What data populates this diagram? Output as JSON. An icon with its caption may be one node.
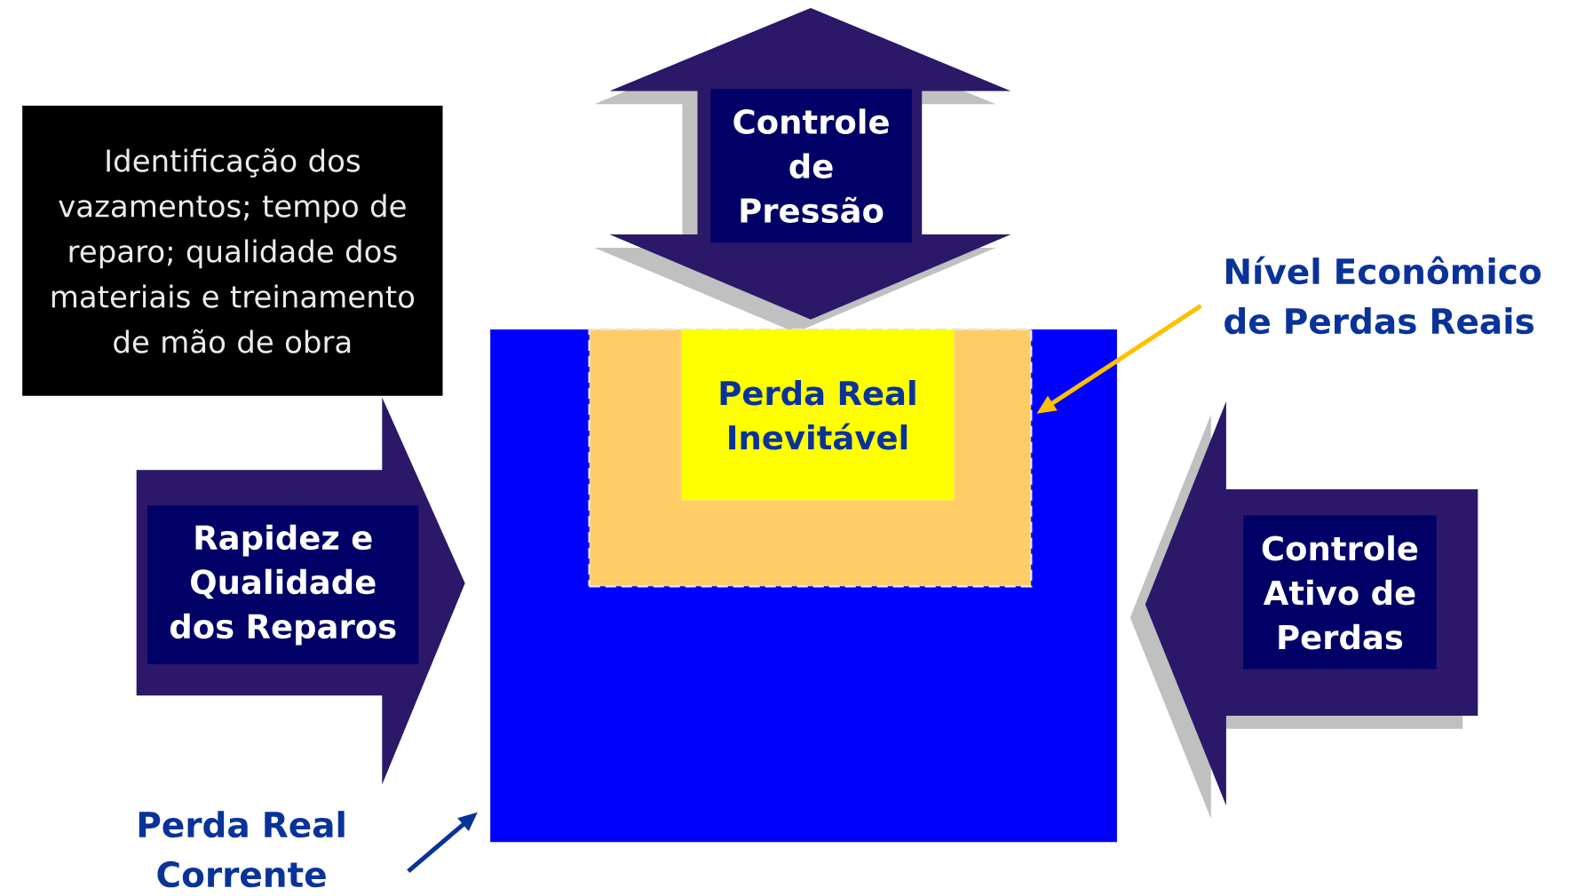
{
  "diagram": {
    "nodes": [
      {
        "text": [
          "Identificação dos vazamentos; tempo de reparo; qualidade dos materiais e treinamento de mão de obra"
        ]
      },
      {
        "text": [
          "Controle de Pressão"
        ]
      },
      {
        "text": [
          "Nível Econômico de Perdas Reais"
        ]
      },
      {
        "text": [],
        "shape": "box"
      },
      {
        "text": [],
        "shape": "box",
        "in": 3
      },
      {
        "text": [
          "Perda Real Inevitável"
        ],
        "in": 4
      },
      {
        "text": [
          "Rapidez e Qualidade dos Reparos"
        ]
      },
      {
        "text": [
          "Controle Ativo de Perdas"
        ]
      },
      {
        "text": [
          "Perda Real Corrente"
        ]
      }
    ],
    "edges": [
      {
        "from": 2,
        "to": 4,
        "arrow": "to",
        "color": "#ffc000"
      },
      {
        "from": 8,
        "to": 3,
        "arrow": "to",
        "color": "#0a3399"
      }
    ]
  }
}
